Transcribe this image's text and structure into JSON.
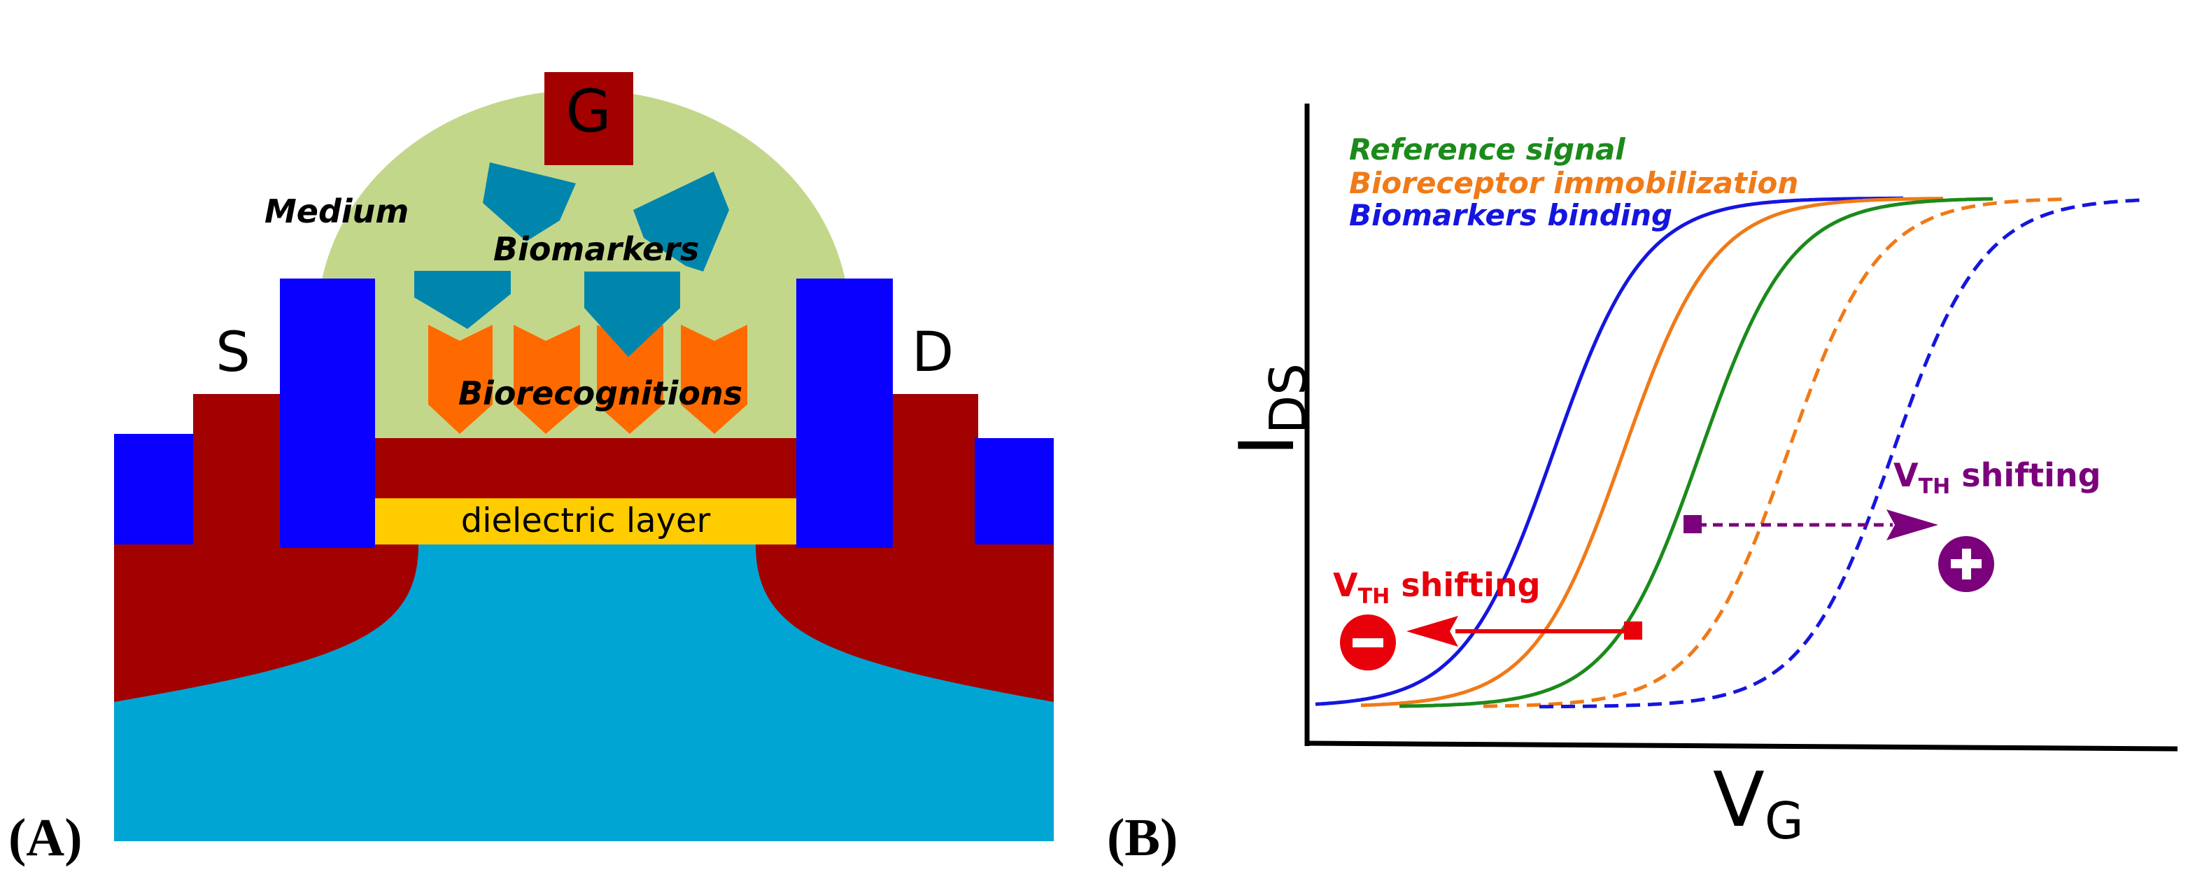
{
  "panel_a": {
    "label": "(A)",
    "gate_label": "G",
    "source_label": "S",
    "drain_label": "D",
    "medium_label": "Medium",
    "biomarkers_label": "Biomarkers",
    "biorecognitions_label": "Biorecognitions",
    "dielectric_label": "dielectric layer",
    "colors": {
      "substrate": "#00a5d4",
      "doped_region": "#a30000",
      "contact": "#0a00ff",
      "medium": "#c3d78a",
      "dielectric": "#ffcc00",
      "biomarker": "#0086ad",
      "biorecognition": "#ff6a00"
    }
  },
  "panel_b": {
    "label": "(B)",
    "y_axis_label": "I",
    "y_axis_sub": "DS",
    "x_axis_label": "V",
    "x_axis_sub": "G",
    "legend": [
      {
        "text": "Reference signal",
        "color": "#1b8a1b"
      },
      {
        "text": "Bioreceptor immobilization",
        "color": "#f07a18"
      },
      {
        "text": "Biomarkers binding",
        "color": "#1515e0"
      }
    ],
    "shift_negative": {
      "main": "V",
      "sub": "TH",
      "rest": " shifting",
      "sign": "−",
      "color": "#e8000b"
    },
    "shift_positive": {
      "main": "V",
      "sub": "TH",
      "rest": " shifting",
      "sign": "+",
      "color": "#7b007b"
    },
    "curves": [
      {
        "name": "blue-solid",
        "color": "#1515e0",
        "dashed": false
      },
      {
        "name": "orange-solid",
        "color": "#f07a18",
        "dashed": false
      },
      {
        "name": "green-solid",
        "color": "#1b8a1b",
        "dashed": false
      },
      {
        "name": "orange-dashed",
        "color": "#f07a18",
        "dashed": true
      },
      {
        "name": "blue-dashed",
        "color": "#1515e0",
        "dashed": true
      }
    ]
  }
}
